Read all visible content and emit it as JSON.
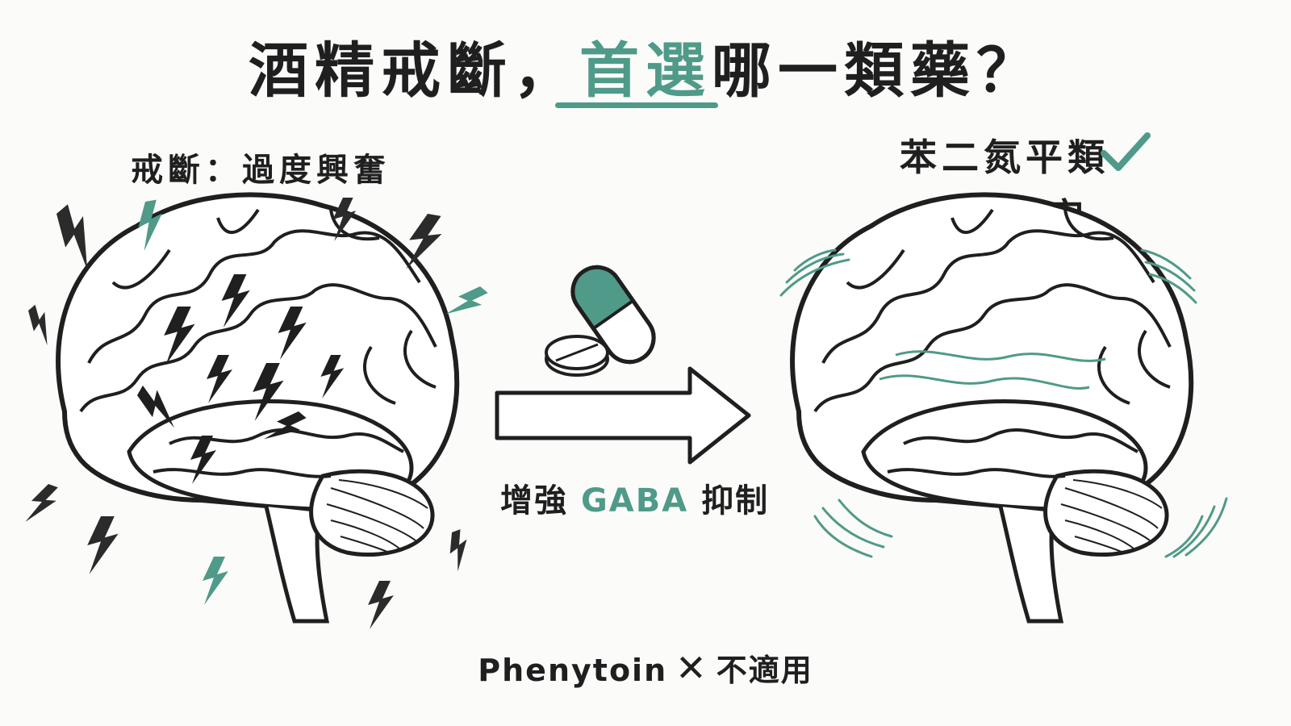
{
  "title": {
    "pre": "酒精戒斷，",
    "highlight": "首選",
    "post": "哪一類藥？"
  },
  "left_label": "戒斷：過度興奮",
  "right_label": {
    "line1": "苯二氮平類",
    "line2": "大腦安定"
  },
  "arrow_caption": {
    "pre": "增強 ",
    "highlight": "GABA",
    "post": " 抑制"
  },
  "footer": {
    "drug": "Phenytoin",
    "cross": "✕",
    "note": "不適用"
  },
  "icons": {
    "left_brain": "agitated-brain-icon",
    "right_brain": "calm-brain-icon",
    "pills": "pill-tablet-icon",
    "arrow": "right-arrow-icon",
    "check": "checkmark-icon",
    "lightning": "lightning-bolt-icon"
  },
  "colors": {
    "accent": "#4f9a88",
    "ink": "#1f1f1f",
    "background": "#fbfbfa"
  }
}
